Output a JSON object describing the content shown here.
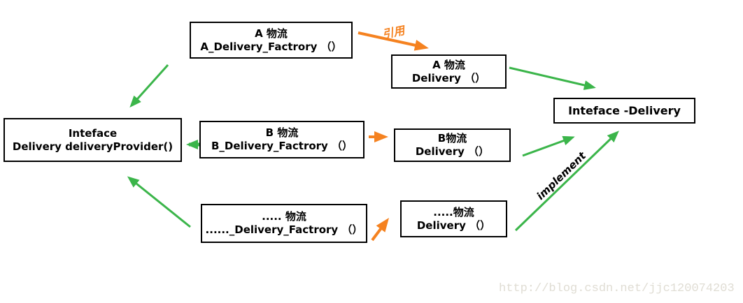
{
  "diagram": {
    "boxes": {
      "a_factory": {
        "line1": "A 物流",
        "line2": "A_Delivery_Factrory （）"
      },
      "a_delivery": {
        "line1": "A 物流",
        "line2": "Delivery （）"
      },
      "interface_provider": {
        "line1": "Inteface",
        "line2": "Delivery deliveryProvider()"
      },
      "b_factory": {
        "line1": "B 物流",
        "line2": "B_Delivery_Factrory （）"
      },
      "b_delivery": {
        "line1": "B物流",
        "line2": "Delivery （）"
      },
      "dots_factory": {
        "line1": "..... 物流",
        "line2": "......_Delivery_Factrory （）"
      },
      "dots_delivery": {
        "line1": ".....物流",
        "line2": "Delivery （）"
      },
      "interface_delivery": {
        "line1": "Inteface -Delivery"
      }
    },
    "labels": {
      "reference": "引用",
      "implement": "implement"
    },
    "colors": {
      "arrow_green": "#3bb54a",
      "arrow_orange": "#f58220",
      "box_border": "#000000",
      "watermark_gray": "#e0ddd4"
    },
    "watermark": "http://blog.csdn.net/jjc120074203"
  }
}
